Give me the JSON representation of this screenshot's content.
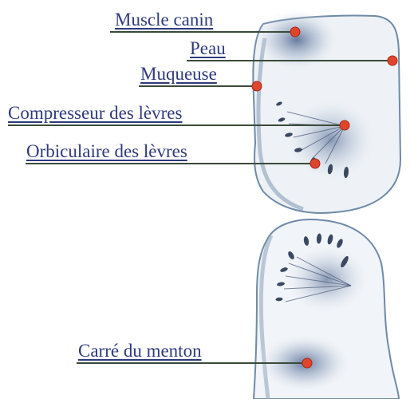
{
  "figure": {
    "labels": {
      "muscle_canin": "Muscle canin",
      "peau": "Peau",
      "muqueuse": "Muqueuse",
      "compresseur": "Compresseur des lèvres",
      "orbiculaire": "Orbiculaire des lèvres",
      "carre_menton": "Carré du menton"
    }
  },
  "colors": {
    "label_text": "#2f3a7c",
    "leader_line": "#3a4a3a",
    "marker": "#e0452b",
    "tissue_outline": "#6f8aa6",
    "tissue_fill": "#eef2f6"
  }
}
